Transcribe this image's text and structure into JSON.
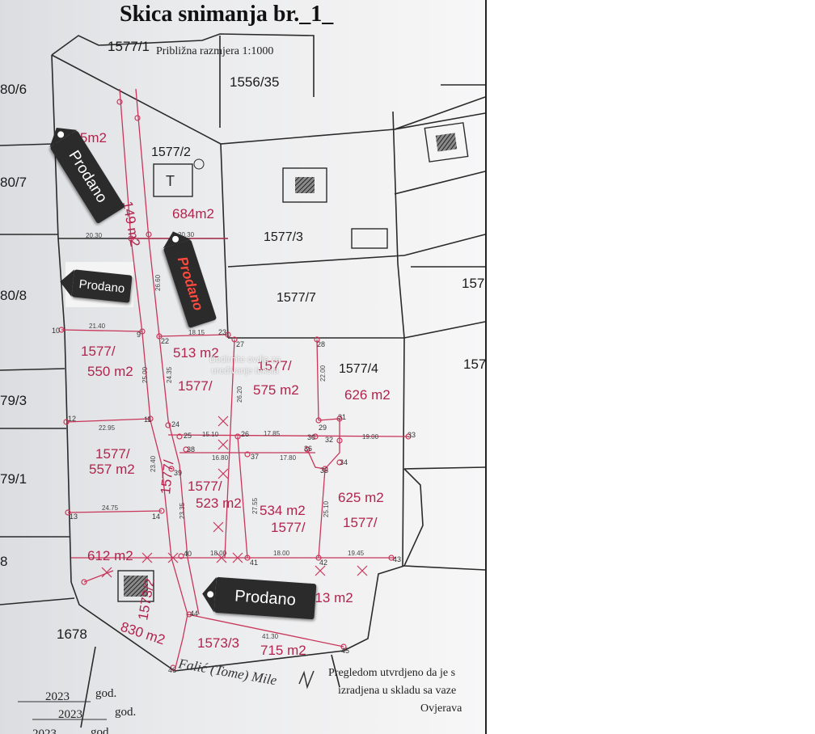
{
  "document": {
    "title": "Skica snimanja br._1_",
    "scale_note": "Približna razmjera 1:1000",
    "verification_lines": [
      "Pregledom utvrdjeno da je s",
      "izradjena u skladu sa vaze",
      "Ovjerava"
    ],
    "signature_text": "Falić (Tome) Mile",
    "date_lines": [
      "2023",
      "god.",
      "2023",
      "god.",
      "2023",
      "god."
    ],
    "overlay_hint": "Dodirnite ovdje za uređivanje teksta"
  },
  "neighbor_labels": [
    "1577/1",
    "1556/35",
    "80/6",
    "80/7",
    "80/8",
    "79/3",
    "79/1",
    "8",
    "157",
    "157",
    "1678"
  ],
  "parcels": [
    {
      "id": "1577/2",
      "area": "684m2"
    },
    {
      "id": "1577/3",
      "area": ""
    },
    {
      "id": "1577/7",
      "area": ""
    },
    {
      "id": "1577/4",
      "area": "626 m2"
    },
    {
      "id": "1577/",
      "area": "550 m2"
    },
    {
      "id": "1577/",
      "area": "513 m2"
    },
    {
      "id": "1577/",
      "area": "575 m2"
    },
    {
      "id": "1577/",
      "area": "557 m2"
    },
    {
      "id": "1577/",
      "area": "523 m2"
    },
    {
      "id": "1577/",
      "area": "534 m2"
    },
    {
      "id": "1577/",
      "area": "625 m2"
    },
    {
      "id": "",
      "area": "612 m2"
    },
    {
      "id": "1573/3",
      "area": "715 m2"
    },
    {
      "id": "",
      "area": "013 m2"
    },
    {
      "id": "",
      "area": "830 m2"
    },
    {
      "id": "",
      "area": "775m2"
    },
    {
      "id": "",
      "area": "149 m2"
    },
    {
      "id": "1573/2",
      "area": ""
    },
    {
      "id": "1577/",
      "area": ""
    }
  ],
  "point_numbers": [
    "9",
    "10",
    "11",
    "12",
    "13",
    "14",
    "22",
    "23",
    "24",
    "25",
    "26",
    "27",
    "28",
    "29",
    "30",
    "31",
    "32",
    "33",
    "34",
    "35",
    "36",
    "37",
    "38",
    "39",
    "40",
    "41",
    "42",
    "43",
    "44",
    "45",
    "46"
  ],
  "dimensions": [
    "21.40",
    "18.15",
    "22.95",
    "24.75",
    "15.10",
    "17.85",
    "17.80",
    "16.80",
    "19.00",
    "18.00",
    "18.00",
    "19.45",
    "20.30",
    "20.30",
    "26.60",
    "24.35",
    "25.00",
    "23.40",
    "23.35",
    "26.20",
    "27.55",
    "25.10",
    "22.00",
    "41.30"
  ],
  "sold_tags": [
    {
      "label": "Prodano",
      "style": "dark"
    },
    {
      "label": "Prodano",
      "style": "red-italic"
    },
    {
      "label": "Prodano",
      "style": "dark"
    },
    {
      "label": "Prodano",
      "style": "dark"
    }
  ],
  "colors": {
    "parcel_text": "#b1244d",
    "line": "#2a2a2a",
    "red_line": "#c8365a",
    "tag": "#2b2b2b",
    "tag_red_text": "#ff4a3d"
  }
}
